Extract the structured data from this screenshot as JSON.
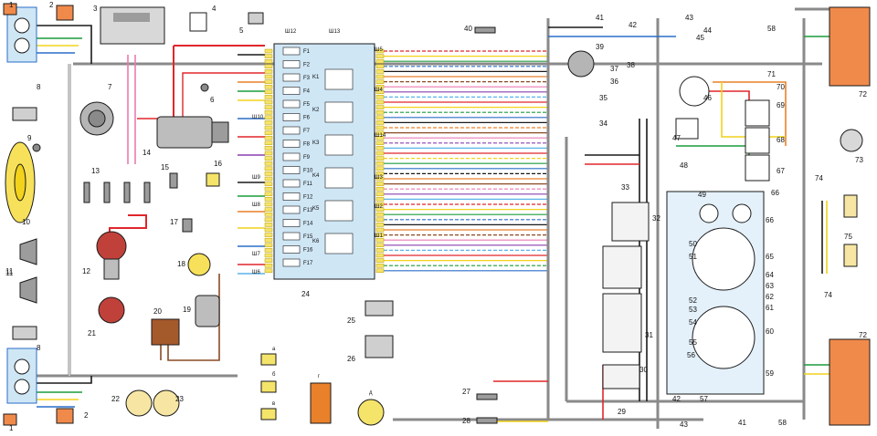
{
  "callouts": {
    "c1a": "1",
    "c2a": "2",
    "c3": "3",
    "c4": "4",
    "c5": "5",
    "c6": "6",
    "c7": "7",
    "c8a": "8",
    "c9": "9",
    "c10": "10",
    "c11": "11",
    "c12": "12",
    "c13": "13",
    "c14": "14",
    "c15": "15",
    "c16": "16",
    "c17": "17",
    "c18": "18",
    "c19": "19",
    "c20": "20",
    "c21": "21",
    "c22": "22",
    "c23": "23",
    "c24": "24",
    "c25": "25",
    "c26": "26",
    "c27": "27",
    "c28": "28",
    "c29": "29",
    "c30": "30",
    "c31": "31",
    "c32": "32",
    "c33": "33",
    "c34": "34",
    "c35": "35",
    "c36": "36",
    "c37": "37",
    "c38": "38",
    "c39": "39",
    "c40": "40",
    "c41a": "41",
    "c42a": "42",
    "c43a": "43",
    "c44": "44",
    "c45": "45",
    "c46": "46",
    "c47": "47",
    "c48": "48",
    "c49": "49",
    "c50": "50",
    "c51": "51",
    "c52": "52",
    "c53": "53",
    "c54": "54",
    "c55": "55",
    "c56": "56",
    "c57": "57",
    "c58a": "58",
    "c59": "59",
    "c60": "60",
    "c61": "61",
    "c62": "62",
    "c63": "63",
    "c64": "64",
    "c65": "65",
    "c66a": "66",
    "c66b": "66",
    "c67": "67",
    "c68": "68",
    "c69": "69",
    "c70": "70",
    "c71": "71",
    "c72a": "72",
    "c72b": "72",
    "c73": "73",
    "c74a": "74",
    "c74b": "74",
    "c75": "75",
    "c1b": "1",
    "c2b": "2",
    "c8b": "8",
    "c11b": "11",
    "c41b": "41",
    "c42b": "42",
    "c43b": "43",
    "c58b": "58"
  },
  "connectors": {
    "sh1": "Ш1",
    "sh2": "Ш2",
    "sh3": "Ш3",
    "sh4": "Ш4",
    "sh5": "Ш5",
    "sh6": "Ш6",
    "sh7": "Ш7",
    "sh8": "Ш8",
    "sh9": "Ш9",
    "sh10": "Ш10",
    "sh12": "Ш12",
    "sh13": "Ш13",
    "sh14": "Ш14"
  },
  "fuses": [
    "F1",
    "F2",
    "F3",
    "F4",
    "F5",
    "F6",
    "F7",
    "F8",
    "F9",
    "F10",
    "F11",
    "F12",
    "F13",
    "F14",
    "F15",
    "F16",
    "F17"
  ],
  "relays": [
    "K1",
    "K2",
    "K3",
    "K4",
    "K5",
    "K6"
  ],
  "inset_labels": {
    "a": "а",
    "b": "б",
    "v": "в",
    "g": "г",
    "d": "д"
  },
  "colors": {
    "red": "#e0262b",
    "yellow": "#f2d21b",
    "green": "#1c9b3c",
    "blue": "#2a6ec9",
    "black": "#1a1a1a",
    "orange": "#e9812a",
    "brown": "#8a4a22",
    "pink": "#ec7ab0",
    "gray": "#8a8a8a",
    "violet": "#8a3fb0",
    "lightblue": "#5ab3e8",
    "white": "#ffffff",
    "blockfill": "#cfe6f5",
    "lampfill": "#f08a4b",
    "connfill": "#f5e46a"
  }
}
